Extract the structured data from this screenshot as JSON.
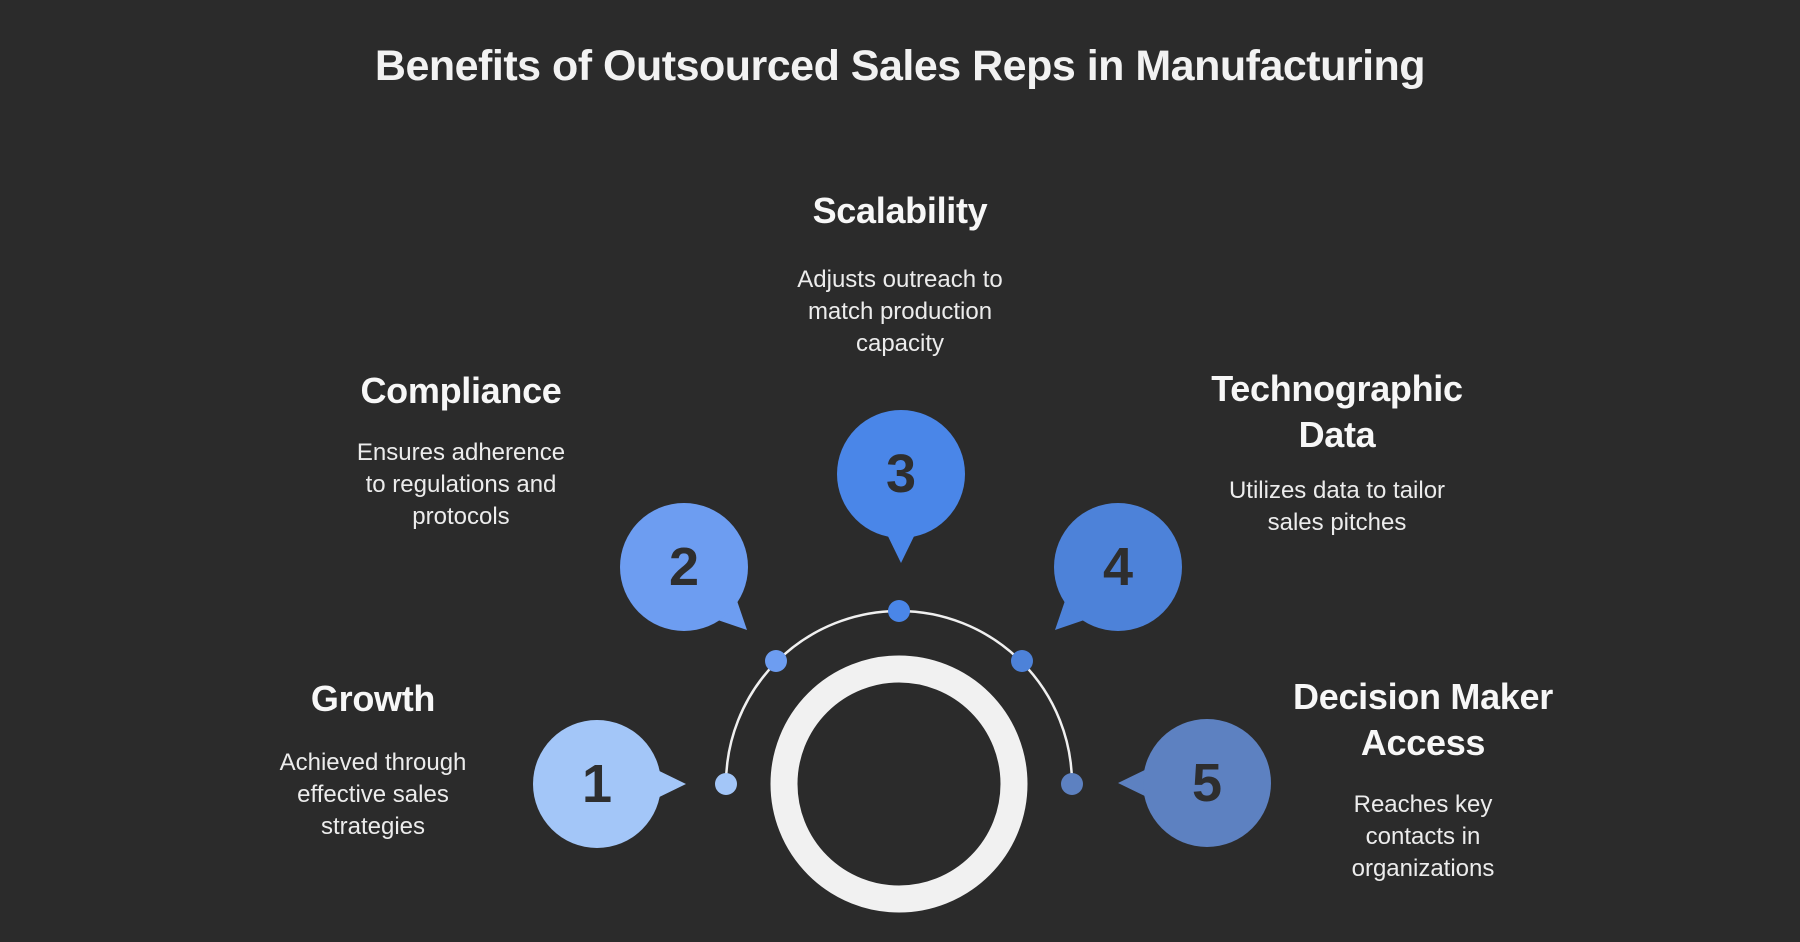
{
  "title": "Benefits of Outsourced Sales Reps in Manufacturing",
  "palette": {
    "background": "#2b2b2b",
    "title_text": "#f2f2f2",
    "heading_text": "#f7f7f7",
    "body_text": "#ececec",
    "number_text": "#2e2e2e",
    "ring": "#f1f1f1",
    "arc_line": "#f0f0f0"
  },
  "items": [
    {
      "number": "1",
      "title": "Growth",
      "description": "Achieved through\neffective sales\nstrategies",
      "color": "#a3c6f8"
    },
    {
      "number": "2",
      "title": "Compliance",
      "description": "Ensures adherence\nto regulations and\nprotocols",
      "color": "#6d9df1"
    },
    {
      "number": "3",
      "title": "Scalability",
      "description": "Adjusts outreach to\nmatch production\ncapacity",
      "color": "#4a86e8"
    },
    {
      "number": "4",
      "title": "Technographic\nData",
      "description": "Utilizes data to tailor\nsales pitches",
      "color": "#4d82d9"
    },
    {
      "number": "5",
      "title": "Decision Maker\nAccess",
      "description": "Reaches key\ncontacts in\norganizations",
      "color": "#5d81c1"
    }
  ]
}
